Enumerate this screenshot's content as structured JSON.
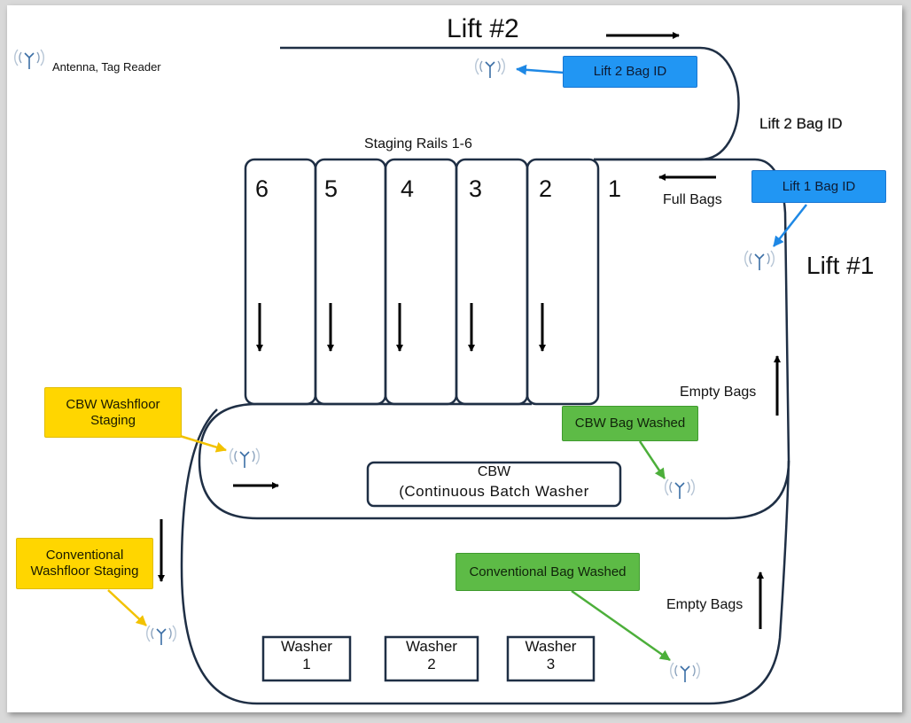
{
  "legend": {
    "label": "Antenna, Tag Reader",
    "icon": "antenna-icon"
  },
  "titles": {
    "lift2": "Lift #2",
    "lift1": "Lift #1",
    "staging": "Staging  Rails 1-6"
  },
  "labels": {
    "lift2_bag_id": "Lift 2 Bag ID",
    "lift2_bag_id_plain": "Lift 2 Bag ID",
    "lift1_bag_id": "Lift 1 Bag ID",
    "full_bags": "Full Bags",
    "empty_bags_upper": "Empty Bags",
    "empty_bags_lower": "Empty Bags",
    "cbw_washfloor_staging": "CBW Washfloor Staging",
    "conventional_washfloor_staging": "Conventional Washfloor Staging",
    "cbw_bag_washed": "CBW Bag Washed",
    "conventional_bag_washed": "Conventional Bag Washed",
    "cbw_line1": "CBW",
    "cbw_line2": "(Continuous Batch Washer"
  },
  "rails": [
    "6",
    "5",
    "4",
    "3",
    "2",
    "1"
  ],
  "washers": [
    {
      "name": "Washer",
      "num": "1"
    },
    {
      "name": "Washer",
      "num": "2"
    },
    {
      "name": "Washer",
      "num": "3"
    }
  ],
  "colors": {
    "track": "#1f2f45",
    "blue_label": "#2196f3",
    "green_label": "#5dbb46",
    "yellow_label": "#ffd600",
    "antenna": "#3a6ea5"
  }
}
